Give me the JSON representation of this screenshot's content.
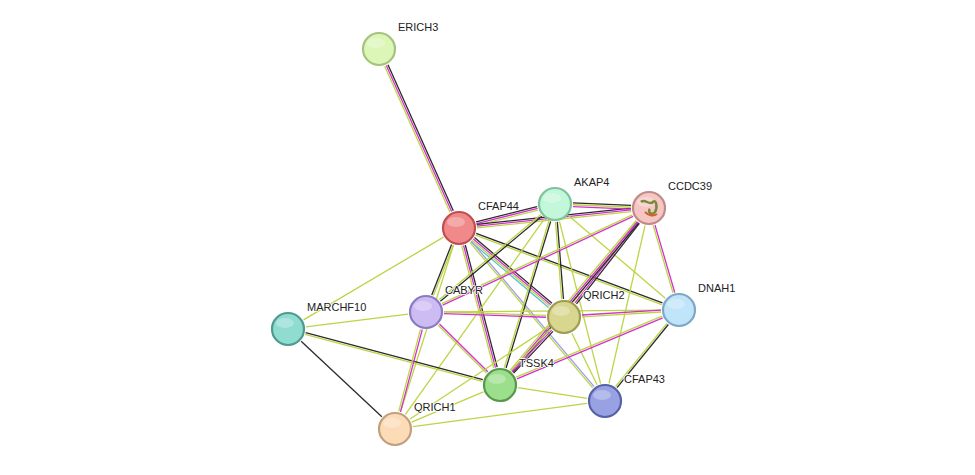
{
  "diagram": {
    "nodes": [
      {
        "text": [
          "ERICH3"
        ]
      },
      {
        "text": [
          "CFAP44"
        ]
      },
      {
        "text": [
          "AKAP4"
        ]
      },
      {
        "text": [
          "CCDC39"
        ]
      },
      {
        "text": [
          "MARCHF10"
        ]
      },
      {
        "text": [
          "CABYR"
        ]
      },
      {
        "text": [
          "QRICH2"
        ]
      },
      {
        "text": [
          "DNAH1"
        ]
      },
      {
        "text": [
          "TSSK4"
        ]
      },
      {
        "text": [
          "CFAP43"
        ]
      },
      {
        "text": [
          "QRICH1"
        ]
      }
    ],
    "edges": [
      {
        "from": 0,
        "to": 1,
        "arrow": "none"
      },
      {
        "from": 1,
        "to": 2,
        "arrow": "none"
      },
      {
        "from": 1,
        "to": 3,
        "arrow": "none"
      },
      {
        "from": 1,
        "to": 5,
        "arrow": "none"
      },
      {
        "from": 1,
        "to": 6,
        "arrow": "none"
      },
      {
        "from": 1,
        "to": 8,
        "arrow": "none"
      },
      {
        "from": 1,
        "to": 7,
        "arrow": "none"
      },
      {
        "from": 1,
        "to": 9,
        "arrow": "none"
      },
      {
        "from": 1,
        "to": 4,
        "arrow": "none"
      },
      {
        "from": 1,
        "to": 10,
        "arrow": "none"
      },
      {
        "from": 2,
        "to": 3,
        "arrow": "none"
      },
      {
        "from": 2,
        "to": 5,
        "arrow": "none"
      },
      {
        "from": 2,
        "to": 6,
        "arrow": "none"
      },
      {
        "from": 2,
        "to": 8,
        "arrow": "none"
      },
      {
        "from": 2,
        "to": 7,
        "arrow": "none"
      },
      {
        "from": 2,
        "to": 9,
        "arrow": "none"
      },
      {
        "from": 2,
        "to": 10,
        "arrow": "none"
      },
      {
        "from": 3,
        "to": 5,
        "arrow": "none"
      },
      {
        "from": 3,
        "to": 6,
        "arrow": "none"
      },
      {
        "from": 3,
        "to": 8,
        "arrow": "none"
      },
      {
        "from": 3,
        "to": 7,
        "arrow": "none"
      },
      {
        "from": 3,
        "to": 9,
        "arrow": "none"
      },
      {
        "from": 4,
        "to": 5,
        "arrow": "none"
      },
      {
        "from": 4,
        "to": 8,
        "arrow": "none"
      },
      {
        "from": 4,
        "to": 10,
        "arrow": "none"
      },
      {
        "from": 5,
        "to": 6,
        "arrow": "none"
      },
      {
        "from": 5,
        "to": 8,
        "arrow": "none"
      },
      {
        "from": 5,
        "to": 10,
        "arrow": "none"
      },
      {
        "from": 5,
        "to": 7,
        "arrow": "none"
      },
      {
        "from": 6,
        "to": 7,
        "arrow": "none"
      },
      {
        "from": 6,
        "to": 8,
        "arrow": "none"
      },
      {
        "from": 6,
        "to": 9,
        "arrow": "none"
      },
      {
        "from": 6,
        "to": 10,
        "arrow": "none"
      },
      {
        "from": 8,
        "to": 9,
        "arrow": "none"
      },
      {
        "from": 8,
        "to": 7,
        "arrow": "none"
      },
      {
        "from": 7,
        "to": 9,
        "arrow": "none"
      },
      {
        "from": 10,
        "to": 9,
        "arrow": "none"
      },
      {
        "from": 8,
        "to": 10,
        "arrow": "none"
      }
    ]
  }
}
